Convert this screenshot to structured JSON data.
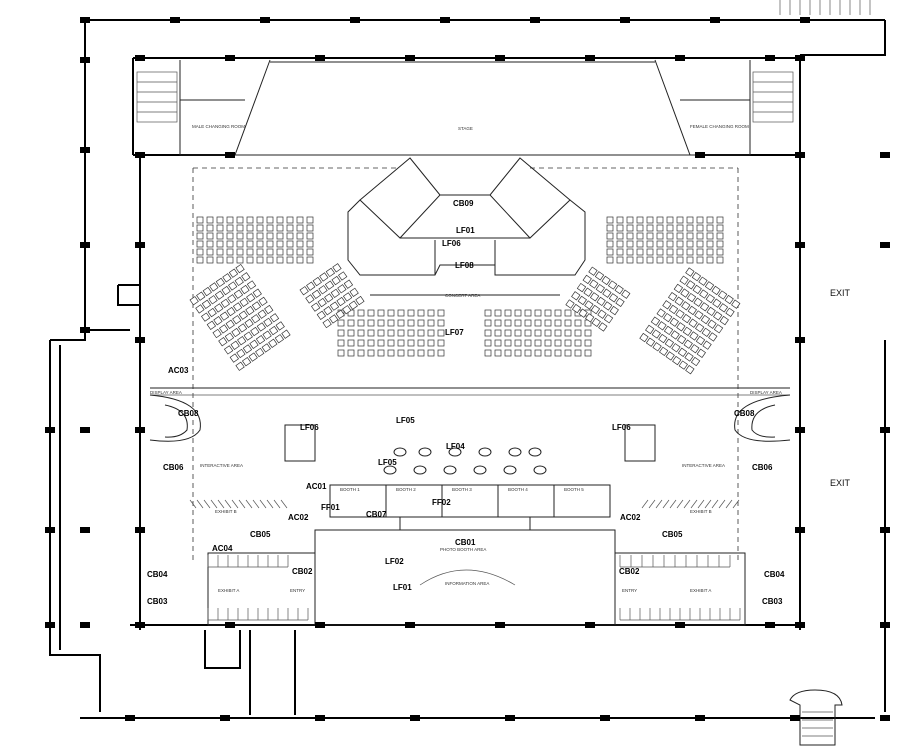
{
  "labels": {
    "cb09": "CB09",
    "lf01_top": "LF01",
    "lf06_top": "LF06",
    "lf08": "LF08",
    "lf07": "LF07",
    "ac03": "AC03",
    "cb08_l": "CB08",
    "cb08_r": "CB08",
    "lf06_l": "LF06",
    "lf06_r": "LF06",
    "lf05_a": "LF05",
    "lf05_b": "LF05",
    "lf04": "LF04",
    "cb06_l": "CB06",
    "cb06_r": "CB06",
    "ac01": "AC01",
    "ac02_l": "AC02",
    "ac02_r": "AC02",
    "ff01": "FF01",
    "cb07": "CB07",
    "ff02": "FF02",
    "cb05_l": "CB05",
    "cb05_r": "CB05",
    "cb01": "CB01",
    "ac04": "AC04",
    "lf02": "LF02",
    "lf01_bot": "LF01",
    "cb04_l": "CB04",
    "cb04_r": "CB04",
    "cb02_l": "CB02",
    "cb02_r": "CB02",
    "cb03_l": "CB03",
    "cb03_r": "CB03",
    "exit_1": "EXIT",
    "exit_2": "EXIT"
  },
  "small_text": {
    "stage": "STAGE",
    "changing_left": "MALE CHANGING ROOM",
    "changing_right": "FEMALE CHANGING ROOM",
    "concert_area": "CONCERT AREA",
    "display_left": "DISPLAY AREA",
    "display_right": "DISPLAY AREA",
    "interactive_left": "INTERACTIVE AREA",
    "interactive_right": "INTERACTIVE AREA",
    "exhibit_b_left": "EXHIBIT B",
    "exhibit_b_right": "EXHIBIT B",
    "exhibit_a_left": "EXHIBIT A",
    "exhibit_a_right": "EXHIBIT A",
    "entry_left": "ENTRY",
    "entry_right": "ENTRY",
    "photo_booth": "PHOTO BOOTH AREA",
    "information": "INFORMATION AREA",
    "booth_1": "BOOTH 1",
    "booth_2": "BOOTH 2",
    "booth_3": "BOOTH 3",
    "booth_4": "BOOTH 4",
    "booth_5": "BOOTH 5"
  },
  "colors": {
    "line": "#000000",
    "background": "#ffffff"
  }
}
